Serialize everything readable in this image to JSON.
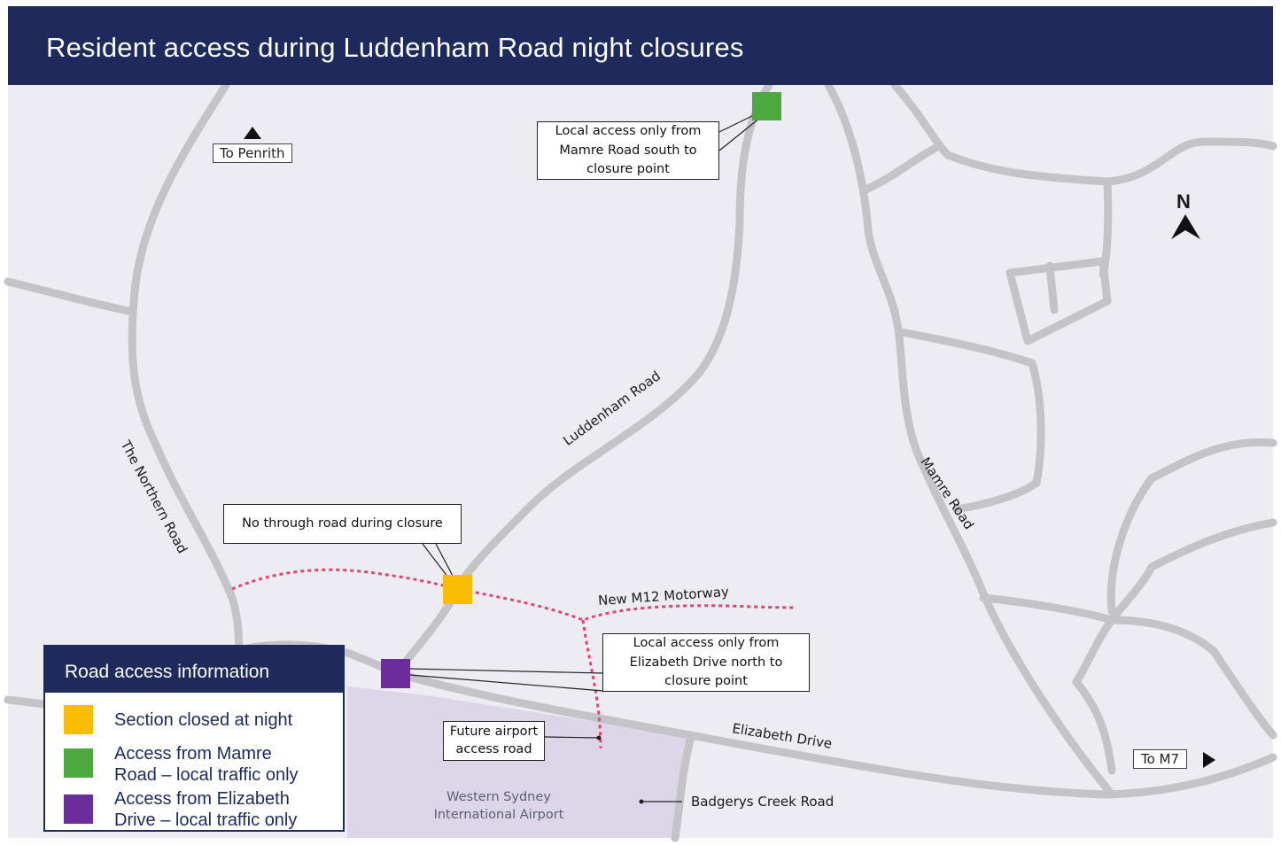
{
  "title": "Resident access during Luddenham Road night closures",
  "colors": {
    "header_navy": "#1f2a5c",
    "road_grey": "#c4c4c8",
    "map_background": "#ececf2",
    "airport_area": "#ddd6e8",
    "closure_yellow": "#fbbc04",
    "mamre_green": "#4ba93f",
    "elizabeth_purple": "#6b2d9b",
    "motorway_pink": "#e8436e"
  },
  "callouts": {
    "mamre_access": [
      "Local access only from",
      "Mamre Road south to",
      "closure point"
    ],
    "no_through": "No through road during closure",
    "elizabeth_access": [
      "Local access only from",
      "Elizabeth Drive north to",
      "closure point"
    ],
    "airport_road": [
      "Future airport",
      "access road"
    ]
  },
  "road_labels": {
    "luddenham": "Luddenham Road",
    "northern": "The Northern Road",
    "mamre": "Mamre Road",
    "m12": "New M12 Motorway",
    "elizabeth": "Elizabeth Drive",
    "badgerys": "Badgerys Creek Road"
  },
  "directions": {
    "penrith": "To Penrith",
    "m7": "To M7",
    "north": "N"
  },
  "airport": [
    "Western Sydney",
    "International Airport"
  ],
  "legend": {
    "title": "Road access information",
    "items": [
      {
        "lines": [
          "Section closed at night"
        ],
        "color": "#fbbc04"
      },
      {
        "lines": [
          "Access from Mamre",
          "Road – local traffic only"
        ],
        "color": "#4ba93f"
      },
      {
        "lines": [
          "Access from Elizabeth",
          "Drive – local traffic only"
        ],
        "color": "#6b2d9b"
      }
    ]
  }
}
